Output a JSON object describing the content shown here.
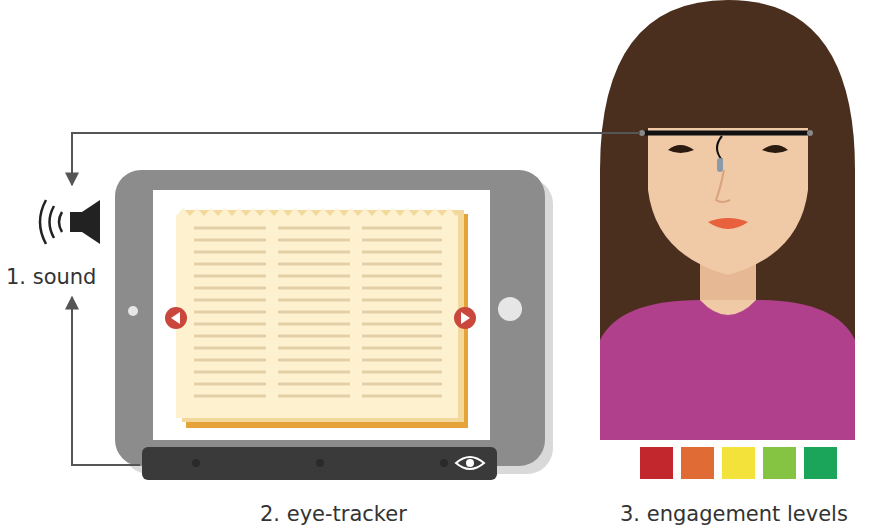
{
  "diagram": {
    "nodes": [
      {
        "text": [
          "1. sound"
        ]
      },
      {
        "text": [
          "2. eye-tracker"
        ]
      },
      {
        "text": [
          "3. engagement levels"
        ]
      }
    ],
    "edges": [
      {
        "from": 2,
        "to": 0,
        "arrow": "to"
      },
      {
        "from": 1,
        "to": 0,
        "arrow": "to"
      }
    ]
  }
}
